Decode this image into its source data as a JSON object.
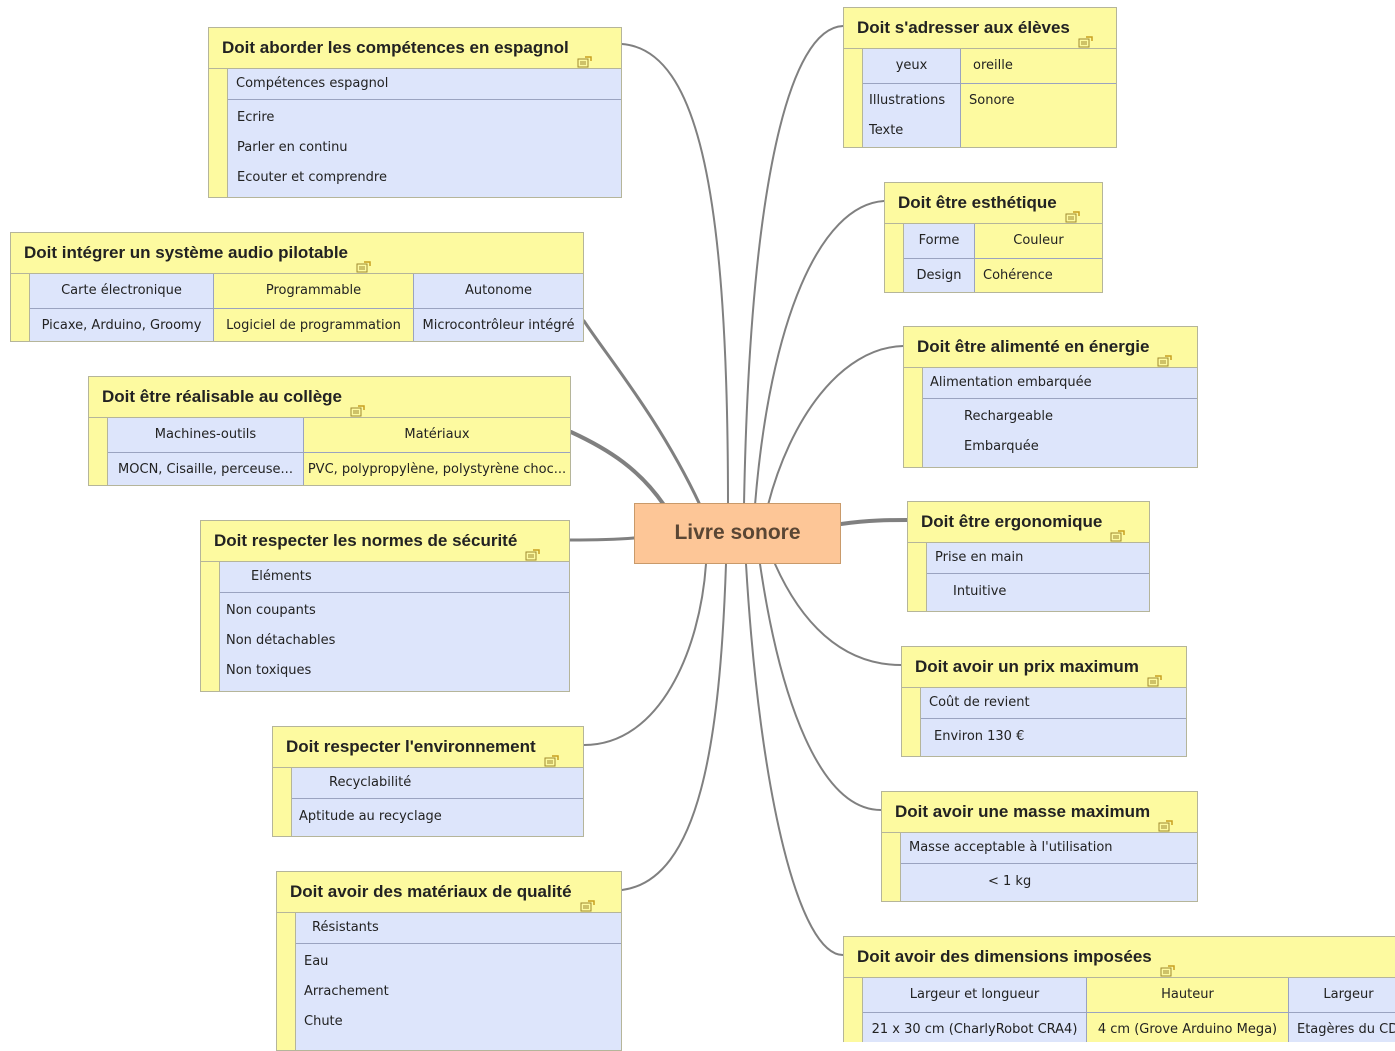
{
  "central": "Livre sonore",
  "nodes": {
    "espagnol": {
      "title": "Doit aborder les compétences en espagnol",
      "header": "Compétences espagnol",
      "items": [
        "Ecrire",
        "Parler en continu",
        "Ecouter et comprendre"
      ]
    },
    "audio": {
      "title": "Doit intégrer un système audio pilotable",
      "cols": [
        "Carte électronique",
        "Programmable",
        "Autonome"
      ],
      "vals": [
        "Picaxe, Arduino, Groomy",
        "Logiciel de programmation",
        "Microcontrôleur intégré"
      ]
    },
    "college": {
      "title": "Doit être réalisable au collège",
      "cols": [
        "Machines-outils",
        "Matériaux"
      ],
      "vals": [
        "MOCN, Cisaille, perceuse...",
        "PVC, polypropylène, polystyrène choc..."
      ]
    },
    "securite": {
      "title": "Doit respecter les normes de sécurité",
      "header": "Eléments",
      "items": [
        "Non coupants",
        "Non détachables",
        "Non toxiques"
      ]
    },
    "environnement": {
      "title": "Doit respecter l'environnement",
      "header": "Recyclabilité",
      "items": [
        "Aptitude au recyclage"
      ]
    },
    "materiaux": {
      "title": "Doit avoir des matériaux de qualité",
      "header": "Résistants",
      "items": [
        "Eau",
        "Arrachement",
        "Chute"
      ]
    },
    "eleves": {
      "title": "Doit s'adresser aux élèves",
      "cols": [
        "yeux",
        "oreille"
      ],
      "vals": [
        "Illustrations",
        "Sonore"
      ],
      "extra": "Texte"
    },
    "esthetique": {
      "title": "Doit être esthétique",
      "cols": [
        "Forme",
        "Couleur"
      ],
      "vals": [
        "Design",
        "Cohérence"
      ]
    },
    "energie": {
      "title": "Doit être alimenté en énergie",
      "header": "Alimentation embarquée",
      "items": [
        "Rechargeable",
        "Embarquée"
      ]
    },
    "ergonomique": {
      "title": "Doit être ergonomique",
      "header": "Prise en main",
      "items": [
        "Intuitive"
      ]
    },
    "prix": {
      "title": "Doit avoir un prix maximum",
      "header": "Coût de revient",
      "items": [
        "Environ 130 €"
      ]
    },
    "masse": {
      "title": "Doit avoir une masse maximum",
      "header": "Masse acceptable à l'utilisation",
      "items": [
        "< 1 kg"
      ]
    },
    "dimensions": {
      "title": "Doit avoir des dimensions imposées",
      "cols": [
        "Largeur et longueur",
        "Hauteur",
        "Largeur"
      ],
      "vals": [
        "21 x 30 cm (CharlyRobot CRA4)",
        "4 cm (Grove Arduino Mega)",
        "Etagères du CDI"
      ]
    }
  }
}
